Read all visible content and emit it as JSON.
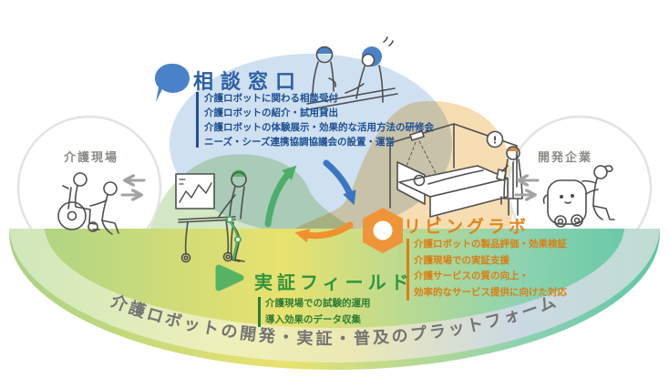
{
  "platform_banner": {
    "label": "介護ロボットの開発・実証・普及のプラットフォーム"
  },
  "consultation": {
    "title": "相談窓口",
    "items": [
      "介護ロボットに関わる相談受付",
      "介護ロボットの紹介・試用貸出",
      "介護ロボットの体験展示・効果的な活用方法の研修会",
      "ニーズ・シーズ連携協調協議会の設置・運営"
    ]
  },
  "living_lab": {
    "title": "リビングラボ",
    "items": [
      "介護ロボットの製品評価・効果検証",
      "介護現場での実証支援",
      "介護サービスの質の向上・",
      "効率的なサービス提供に向けた対応"
    ]
  },
  "demo_field": {
    "title": "実証フィールド",
    "items": [
      "介護現場での試験的運用",
      "導入効果のデータ収集"
    ]
  },
  "stakeholders": {
    "care_site": "介護現場",
    "developer": "開発企業"
  },
  "alert_mark": "!",
  "colors": {
    "accent-blue": "#2a5fa5",
    "bullet-blue": "#1d4f93",
    "bubble-blue": "#4a82ca",
    "ellipse-blue": "#cfe0f1",
    "accent-green": "#2f9440",
    "bullet-green": "#2e7d36",
    "blob-green": "#d2e7c3",
    "triangle-green": "#56b364",
    "accent-orange": "#e1861d",
    "bullet-orange": "#d97f13",
    "blob-orange": "#f7ddb2",
    "hex-orange": "#f0943a",
    "gray-label": "#8b8b85",
    "band-text": "#737373",
    "line-ink": "#4f4f4f",
    "arrow-gray": "#a3a3a3",
    "arrow-green": "#4cae69",
    "arrow-blue": "#3c76c3",
    "arrow-orange": "#f0902e"
  }
}
